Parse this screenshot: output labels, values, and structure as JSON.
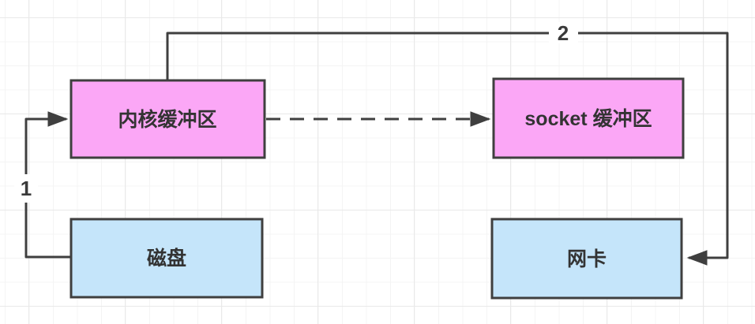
{
  "diagram": {
    "type": "flow-diagram",
    "nodes": {
      "kernel_buffer": {
        "label": "内核缓冲区",
        "fill": "#fba7f6"
      },
      "socket_buffer": {
        "label": "socket 缓冲区",
        "fill": "#fba7f6"
      },
      "disk": {
        "label": "磁盘",
        "fill": "#c5e5fa"
      },
      "nic": {
        "label": "网卡",
        "fill": "#c5e5fa"
      }
    },
    "edges": {
      "step1": {
        "label": "1",
        "from": "disk",
        "to": "kernel_buffer",
        "style": "solid"
      },
      "step2": {
        "label": "2",
        "from": "kernel_buffer",
        "to": "nic",
        "style": "solid"
      },
      "kernel_to_socket": {
        "label": "",
        "from": "kernel_buffer",
        "to": "socket_buffer",
        "style": "dashed"
      }
    },
    "colors": {
      "stroke": "#3f3f3f",
      "pink_fill": "#fba7f6",
      "blue_fill": "#c5e5fa",
      "grid_minor": "#f4f4f4",
      "grid_major": "#e9e9e9",
      "background": "#ffffff"
    }
  }
}
